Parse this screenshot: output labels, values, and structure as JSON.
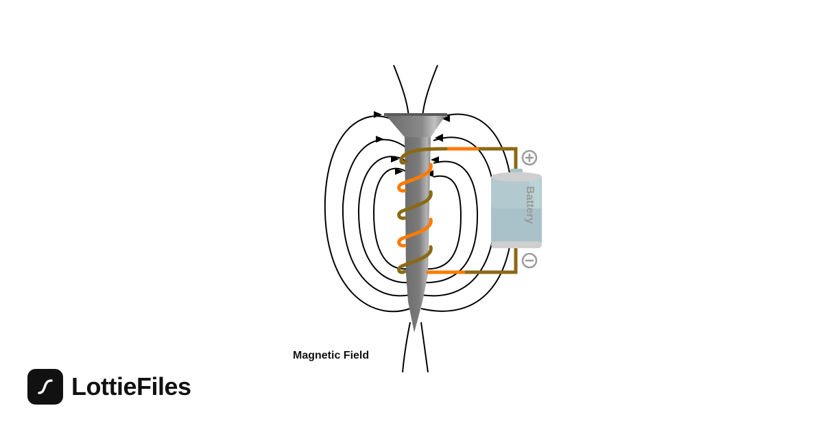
{
  "diagram": {
    "caption": "Magnetic Field",
    "battery": {
      "label": "Battery",
      "positive_symbol": "⊕",
      "negative_symbol": "⊖"
    },
    "colors": {
      "field_lines": "#000000",
      "wire_brown": "#8b6914",
      "wire_orange": "#ff7a00",
      "nail": "#7a7a7a",
      "battery_body": "#a9c2c9",
      "battery_caps": "#cfcfcf",
      "symbol_gray": "#9a9a9a"
    }
  },
  "brand": {
    "name": "LottieFiles",
    "icon": "lottie-logo-icon"
  }
}
